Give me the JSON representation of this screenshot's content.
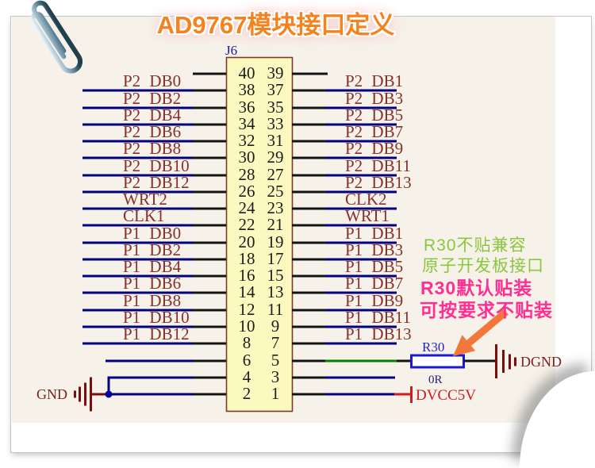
{
  "title": "AD9767模块接口定义",
  "connector": {
    "designator": "J6",
    "rows": [
      {
        "left_pin": "40",
        "right_pin": "39",
        "left_label": "",
        "right_label": ""
      },
      {
        "left_pin": "38",
        "right_pin": "37",
        "left_label": "P2 DB0",
        "right_label": "P2 DB1"
      },
      {
        "left_pin": "36",
        "right_pin": "35",
        "left_label": "P2 DB2",
        "right_label": "P2 DB3"
      },
      {
        "left_pin": "34",
        "right_pin": "33",
        "left_label": "P2 DB4",
        "right_label": "P2 DB5"
      },
      {
        "left_pin": "32",
        "right_pin": "31",
        "left_label": "P2 DB6",
        "right_label": "P2 DB7"
      },
      {
        "left_pin": "30",
        "right_pin": "29",
        "left_label": "P2 DB8",
        "right_label": "P2 DB9"
      },
      {
        "left_pin": "28",
        "right_pin": "27",
        "left_label": "P2 DB10",
        "right_label": "P2 DB11"
      },
      {
        "left_pin": "26",
        "right_pin": "25",
        "left_label": "P2 DB12",
        "right_label": "P2 DB13"
      },
      {
        "left_pin": "24",
        "right_pin": "23",
        "left_label": "WRT2",
        "right_label": "CLK2"
      },
      {
        "left_pin": "22",
        "right_pin": "21",
        "left_label": "CLK1",
        "right_label": "WRT1"
      },
      {
        "left_pin": "20",
        "right_pin": "19",
        "left_label": "P1 DB0",
        "right_label": "P1 DB1"
      },
      {
        "left_pin": "18",
        "right_pin": "17",
        "left_label": "P1 DB2",
        "right_label": "P1 DB3"
      },
      {
        "left_pin": "16",
        "right_pin": "15",
        "left_label": "P1 DB4",
        "right_label": "P1 DB5"
      },
      {
        "left_pin": "14",
        "right_pin": "13",
        "left_label": "P1 DB6",
        "right_label": "P1 DB7"
      },
      {
        "left_pin": "12",
        "right_pin": "11",
        "left_label": "P1 DB8",
        "right_label": "P1 DB9"
      },
      {
        "left_pin": "10",
        "right_pin": "9",
        "left_label": "P1 DB10",
        "right_label": "P1 DB11"
      },
      {
        "left_pin": "8",
        "right_pin": "7",
        "left_label": "P1 DB12",
        "right_label": "P1 DB13"
      },
      {
        "left_pin": "6",
        "right_pin": "5"
      },
      {
        "left_pin": "4",
        "right_pin": "3"
      },
      {
        "left_pin": "2",
        "right_pin": "1"
      }
    ]
  },
  "resistor": {
    "designator": "R30",
    "value": "0R"
  },
  "power": {
    "gnd": "GND",
    "dgnd": "DGND",
    "dvcc5v": "DVCC5V"
  },
  "annotations": {
    "green_line1": "R30不贴兼容",
    "green_line2": "原子开发板接口",
    "pink_line1": "R30默认贴装",
    "pink_line2": "可按要求不贴装"
  },
  "colors": {
    "wire_blue": "#00007e",
    "wire_black": "#141414",
    "wire_green": "#008200",
    "wire_red": "#cf1d1d",
    "net_label": "#87302a",
    "connector_fill": "#fcf9c0",
    "connector_border": "#7d3a28",
    "power_symbol": "#7a0d0d",
    "resistor_blue": "#1a1ad2",
    "title_orange": "#f6821d",
    "note_green": "#8cc53e",
    "note_pink": "#ff2f92",
    "arrow_orange": "#f3773a"
  }
}
